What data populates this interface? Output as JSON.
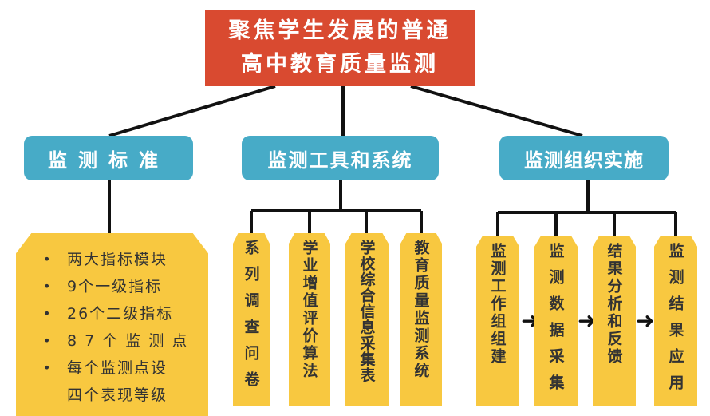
{
  "root": {
    "line1": "聚焦学生发展的普通",
    "line2": "高中教育质量监测"
  },
  "categories": [
    {
      "label": "监测标准"
    },
    {
      "label": "监测工具和系统"
    },
    {
      "label": "监测组织实施"
    }
  ],
  "standards": {
    "bullet_symbol": "•",
    "items": [
      "两大指标模块",
      "9个一级指标",
      "26个二级指标",
      "8 7 个 监 测 点",
      "每个监测点设"
    ],
    "continuation": "四个表现等级"
  },
  "tools": [
    "系列调查问卷",
    "学业增值评价算法",
    "学校综合信息采集表",
    "教育质量监测系统"
  ],
  "implementation": {
    "steps": [
      "监测工作组组建",
      "监测数据采集",
      "结果分析和反馈",
      "监测结果应用"
    ],
    "arrow_symbol": "➜"
  },
  "colors": {
    "root": "#d94a30",
    "category": "#47abc7",
    "box": "#f8c840",
    "line": "#111111"
  }
}
